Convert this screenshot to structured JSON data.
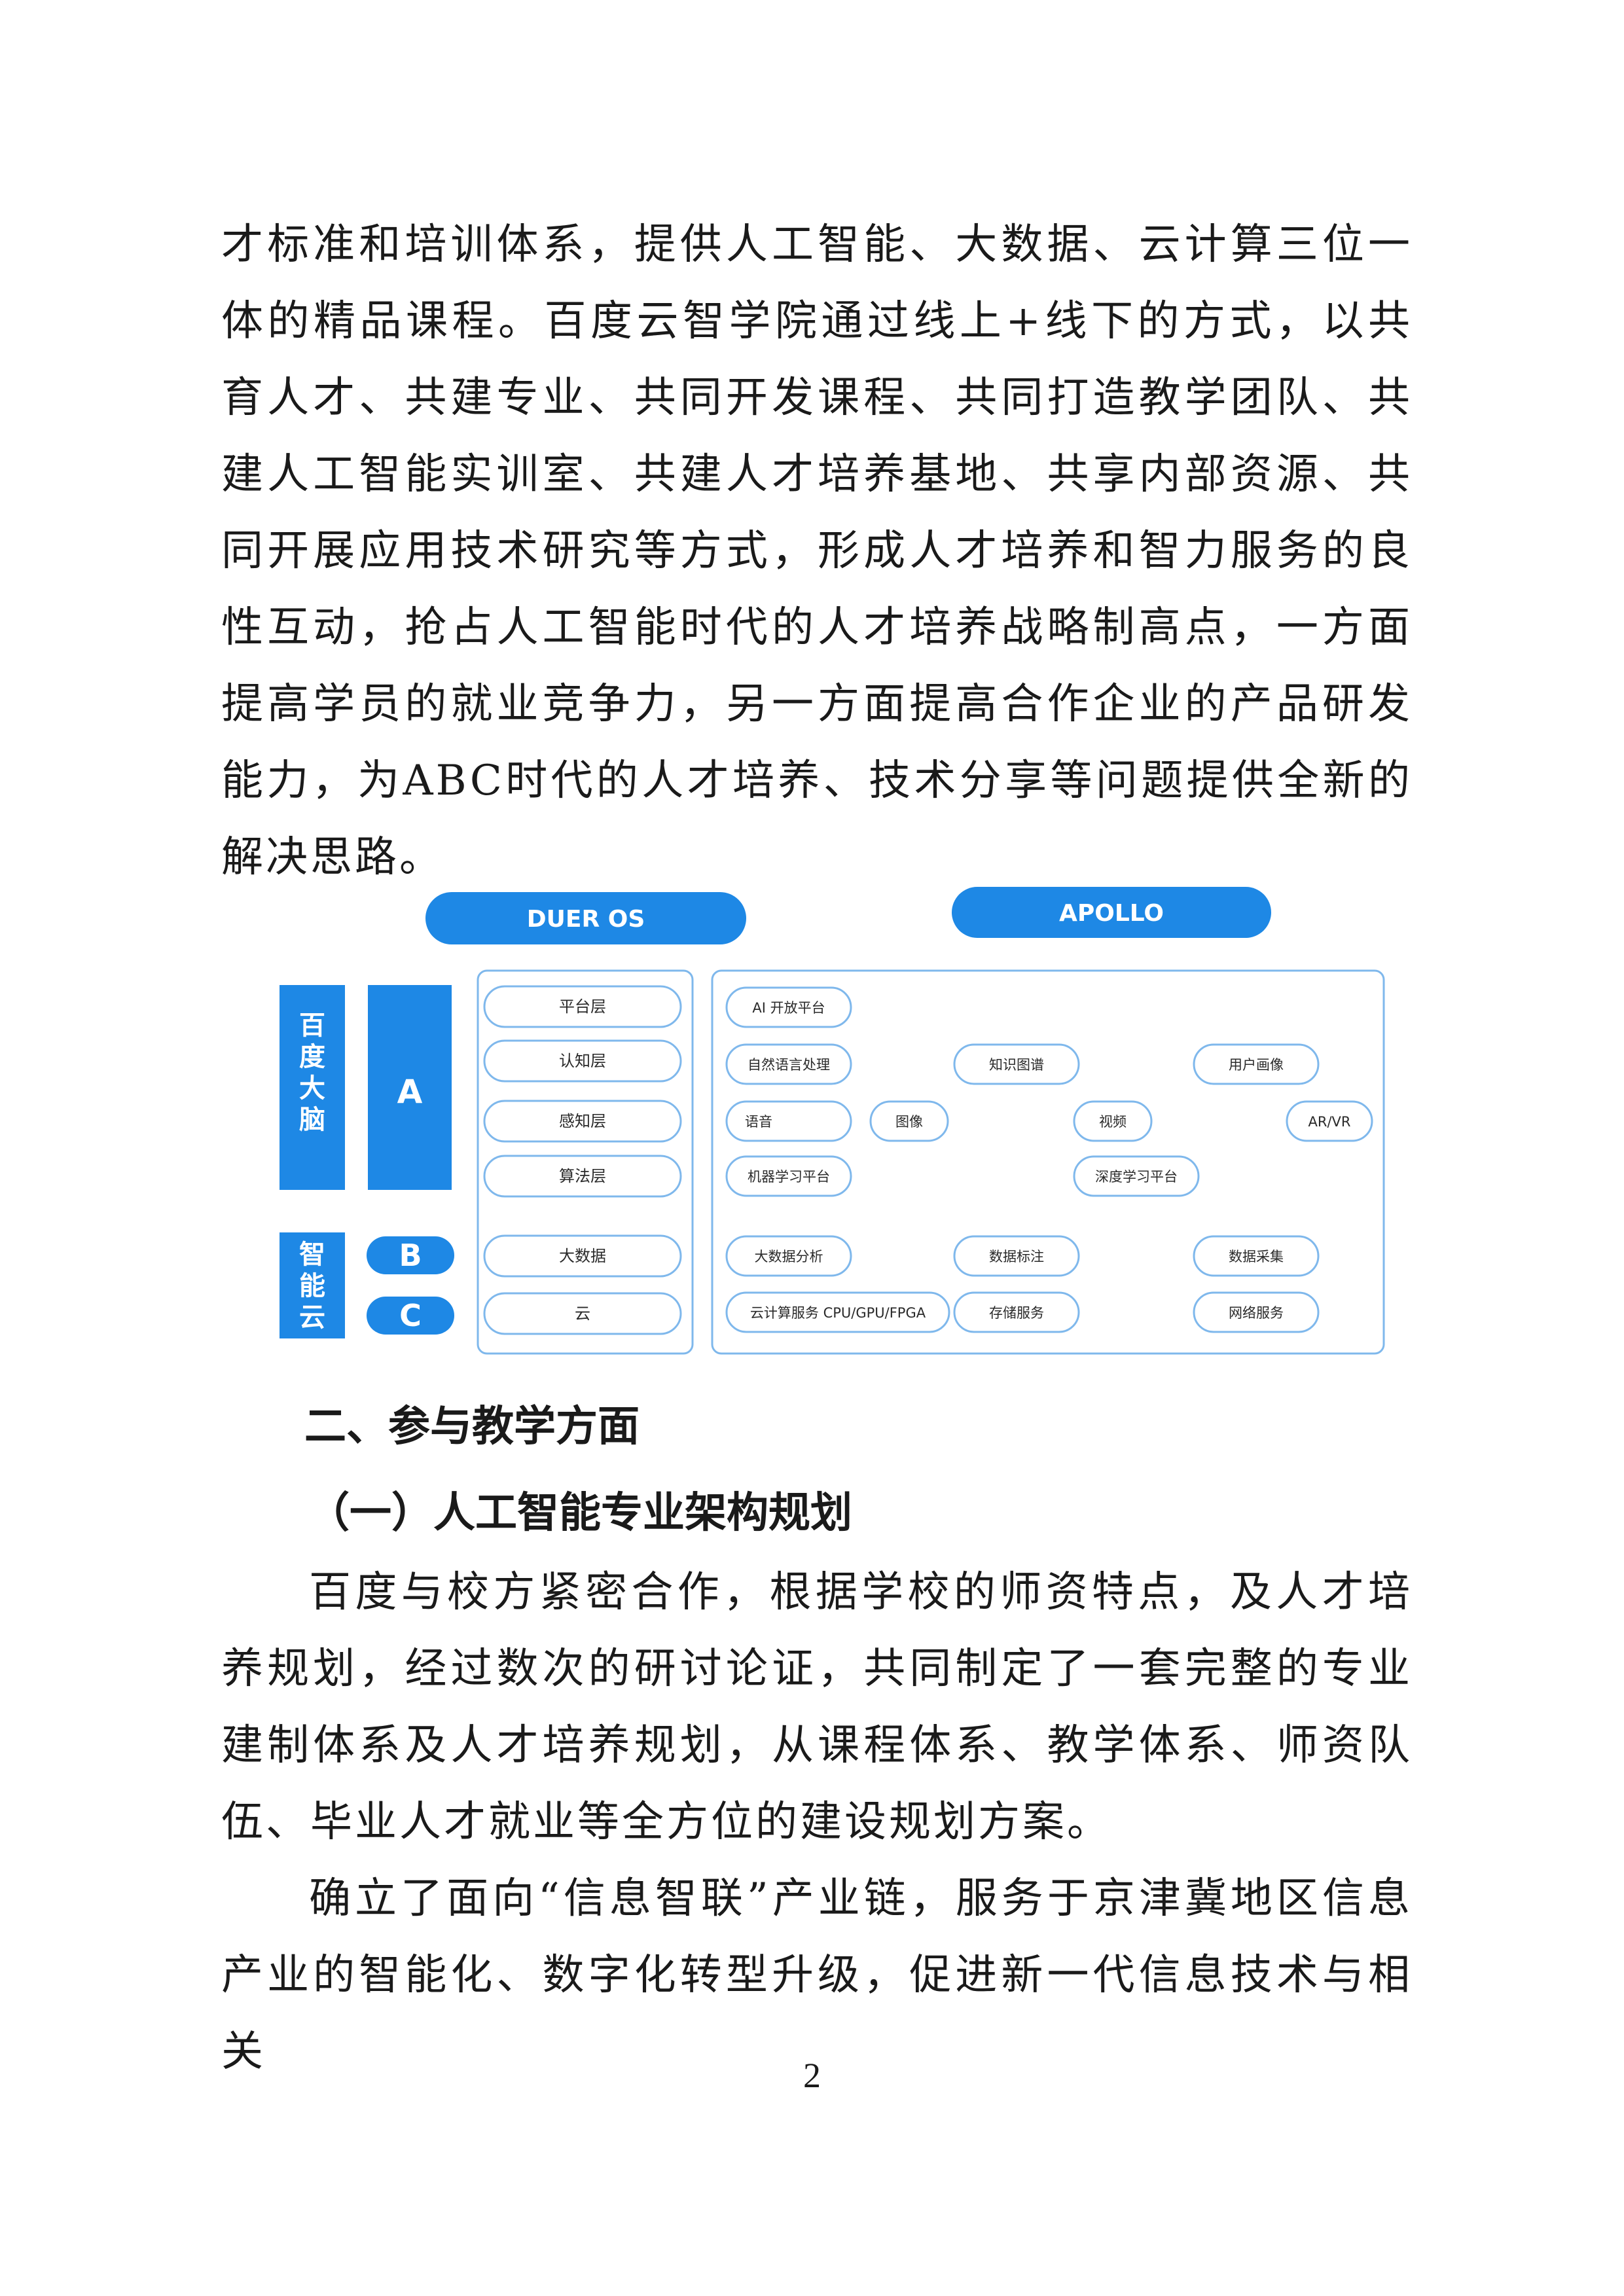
{
  "paragraph_intro": "才标准和培训体系，提供人工智能、大数据、云计算三位一体的精品课程。百度云智学院通过线上+线下的方式，以共育人才、共建专业、共同开发课程、共同打造教学团队、共建人工智能实训室、共建人才培养基地、共享内部资源、共同开展应用技术研究等方式，形成人才培养和智力服务的良性互动，抢占人工智能时代的人才培养战略制高点，一方面提高学员的就业竞争力，另一方面提高合作企业的产品研发能力，为ABC时代的人才培养、技术分享等问题提供全新的解决思路。",
  "diagram": {
    "colors": {
      "accent": "#1e88e5",
      "border": "#7fb8ec",
      "text": "#2a2a2a"
    },
    "header_left": "DUER OS",
    "header_right": "APOLLO",
    "side_brain": [
      "百",
      "度",
      "大",
      "脑"
    ],
    "side_cloud": [
      "智",
      "能",
      "云"
    ],
    "letter_a": "A",
    "letter_b": "B",
    "letter_c": "C",
    "layers": [
      "平台层",
      "认知层",
      "感知层",
      "算法层",
      "大数据",
      "云"
    ],
    "items": {
      "ai_platform": "AI 开放平台",
      "nlp": "自然语言处理",
      "knowledge_graph": "知识图谱",
      "user_profile": "用户画像",
      "speech": "语音",
      "image": "图像",
      "video": "视频",
      "ar_vr": "AR/VR",
      "ml_platform": "机器学习平台",
      "dl_platform": "深度学习平台",
      "big_data_analysis": "大数据分析",
      "data_labeling": "数据标注",
      "data_collection": "数据采集",
      "cloud_compute": "云计算服务 CPU/GPU/FPGA",
      "storage": "存储服务",
      "network": "网络服务"
    }
  },
  "heading_section": "二、参与教学方面",
  "heading_subsection": "（一）人工智能专业架构规划",
  "paragraph_plan": "百度与校方紧密合作，根据学校的师资特点，及人才培养规划，经过数次的研讨论证，共同制定了一套完整的专业建制体系及人才培养规划，从课程体系、教学体系、师资队伍、毕业人才就业等全方位的建设规划方案。",
  "paragraph_industry": "确立了面向“信息智联”产业链，服务于京津冀地区信息产业的智能化、数字化转型升级，促进新一代信息技术与相关",
  "page_number": "2"
}
